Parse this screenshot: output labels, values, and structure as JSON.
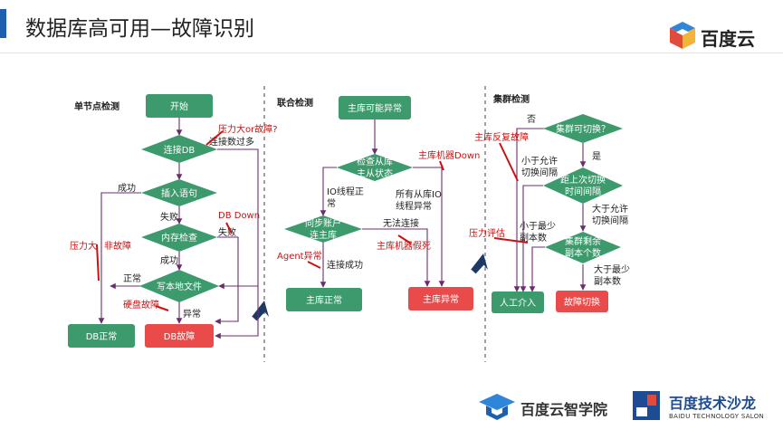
{
  "title": "数据库高可用—故障识别",
  "brand": {
    "top_logo": "百度云",
    "footer_left": "百度云智学院",
    "footer_right": "百度技术沙龙",
    "footer_right_en": "BAIDU TECHNOLOGY SALON"
  },
  "colors": {
    "node_green": "#3c9a6c",
    "node_red": "#e94b4b",
    "edge": "#6b2d6e",
    "annotation_red": "#cc1111",
    "title_bar": "#1d5fb0",
    "brand_blue": "#1d4c95"
  },
  "sections": {
    "single": "单节点检测",
    "joint": "联合检测",
    "cluster": "集群检测"
  },
  "nodes": {
    "s_start": "开始",
    "s_connect": "连接DB",
    "s_insert": "插入语句",
    "s_memory": "内存检查",
    "s_write": "写本地文件",
    "s_ok": "DB正常",
    "s_fault": "DB故障",
    "j_maybe": "主库可能异常",
    "j_check_l1": "检查从库",
    "j_check_l2": "主从状态",
    "j_sync_l1": "同步账户",
    "j_sync_l2": "连主库",
    "j_ok": "主库正常",
    "j_bad": "主库异常",
    "c_switch": "集群可切换？",
    "c_interval_l1": "距上次切换",
    "c_interval_l2": "时间间隔",
    "c_replica_l1": "集群剩余",
    "c_replica_l2": "副本个数",
    "c_manual": "人工介入",
    "c_failover": "故障切换"
  },
  "edge_labels": {
    "pressure_or_fault": "压力大or故障?",
    "conn_too_many": "连接数过多",
    "success1": "成功",
    "fail1": "失败",
    "db_down": "DB Down",
    "fail2": "失败",
    "success2": "成功",
    "pressure_big": "压力大",
    "not_fault": "非故障",
    "normal": "正常",
    "disk_fault": "硬盘故障",
    "abnormal": "异常",
    "io_thread_ok_l1": "IO线程正",
    "io_thread_ok_l2": "常",
    "master_down": "主库机器Down",
    "all_io_l1": "所有从库IO",
    "all_io_l2": "线程异常",
    "cannot_connect": "无法连接",
    "agent_abnormal": "Agent异常",
    "connect_ok": "连接成功",
    "master_fake_dead": "主库机器假死",
    "no": "否",
    "master_repeat_fault": "主库反复故障",
    "yes": "是",
    "less_interval_l1": "小于允许",
    "less_interval_l2": "切换间隔",
    "greater_interval_l1": "大于允许",
    "greater_interval_l2": "切换间隔",
    "pressure_eval": "压力评估",
    "less_min_l1": "小于最少",
    "less_min_l2": "副本数",
    "greater_min_l1": "大于最少",
    "greater_min_l2": "副本数"
  }
}
